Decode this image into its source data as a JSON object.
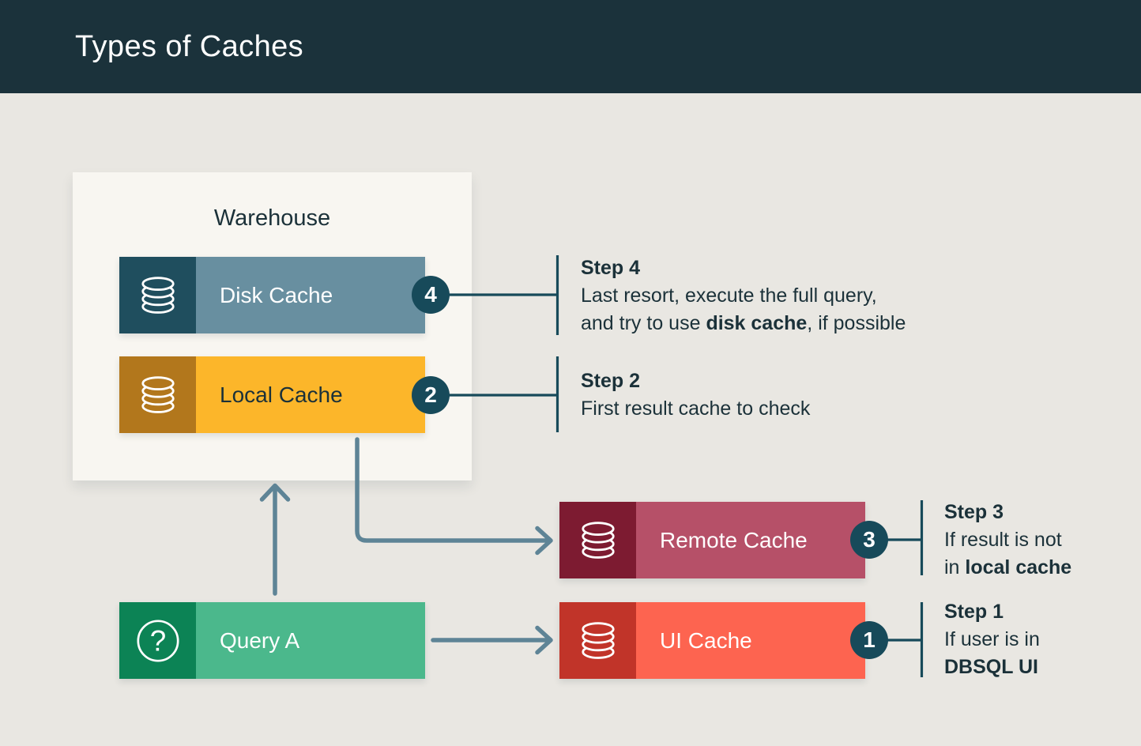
{
  "header": {
    "title": "Types of Caches"
  },
  "warehouse": {
    "label": "Warehouse"
  },
  "nodes": {
    "disk": {
      "label": "Disk Cache",
      "badge": "4",
      "icon": "database-icon",
      "icon_bg": "#1f4e5e",
      "bar_bg": "#688fa0"
    },
    "local": {
      "label": "Local Cache",
      "badge": "2",
      "icon": "database-icon",
      "icon_bg": "#b2771c",
      "bar_bg": "#fcb62a"
    },
    "remote": {
      "label": "Remote Cache",
      "badge": "3",
      "icon": "database-icon",
      "icon_bg": "#7d1b31",
      "bar_bg": "#b65068"
    },
    "ui": {
      "label": "UI Cache",
      "badge": "1",
      "icon": "database-icon",
      "icon_bg": "#c13429",
      "bar_bg": "#fd6450"
    },
    "query": {
      "label": "Query A",
      "icon": "question-mark-icon",
      "icon_bg": "#0c8355",
      "bar_bg": "#4bb88c"
    }
  },
  "steps": {
    "step4": {
      "title": "Step 4",
      "line1": "Last resort, execute the full query,",
      "line2_pre": "and try to use ",
      "line2_bold": "disk cache",
      "line2_post": ", if possible"
    },
    "step2": {
      "title": "Step 2",
      "line1": "First result cache to check"
    },
    "step3": {
      "title": "Step 3",
      "line1": "If result is not",
      "line2_pre": "in ",
      "line2_bold": "local cache",
      "line2_post": ""
    },
    "step1": {
      "title": "Step 1",
      "line1": "If user is in",
      "line2_pre": "",
      "line2_bold": "DBSQL UI",
      "line2_post": ""
    }
  },
  "colors": {
    "header_bg": "#1b323b",
    "page_bg": "#e9e7e2",
    "warehouse_bg": "#f8f6f1",
    "text_dark": "#1b3139",
    "badge_teal": "#174a5a",
    "arrow_slate": "#5e8496"
  }
}
